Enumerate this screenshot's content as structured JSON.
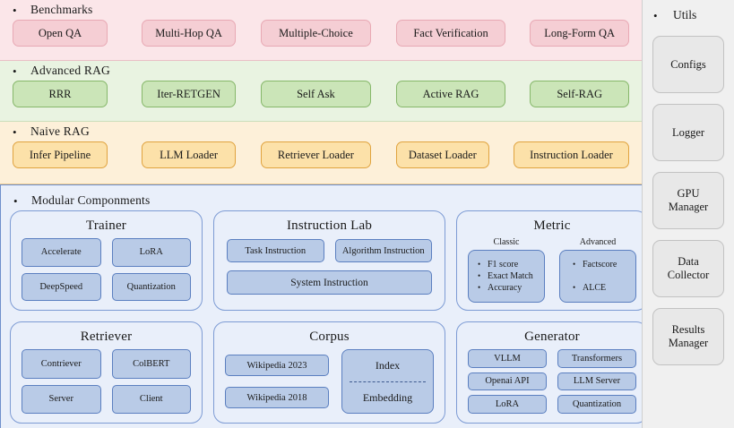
{
  "bands": [
    {
      "id": "benchmarks",
      "title": "Benchmarks",
      "bullet": "•",
      "color": "#f5ced4",
      "items": [
        {
          "label": "Open QA",
          "width": 115
        },
        {
          "label": "Multi-Hop QA",
          "width": 114
        },
        {
          "label": "Multiple-Choice",
          "width": 133
        },
        {
          "label": "Fact Verification",
          "width": 133
        },
        {
          "label": "Long-Form QA",
          "width": 120
        }
      ],
      "gaps": [
        0,
        38,
        28,
        28,
        27
      ]
    },
    {
      "id": "advanced-rag",
      "title": "Advanced RAG",
      "bullet": "•",
      "color": "#cbe5b8",
      "items": [
        {
          "label": "RRR",
          "width": 115
        },
        {
          "label": "Iter-RETGEN",
          "width": 114
        },
        {
          "label": "Self Ask",
          "width": 133
        },
        {
          "label": "Active RAG",
          "width": 133
        },
        {
          "label": "Self-RAG",
          "width": 120
        }
      ],
      "gaps": [
        0,
        38,
        28,
        28,
        27
      ]
    },
    {
      "id": "naive-rag",
      "title": "Naive RAG",
      "bullet": "•",
      "color": "#fce1a9",
      "items": [
        {
          "label": "Infer Pipeline",
          "width": 115
        },
        {
          "label": "LLM Loader",
          "width": 114
        },
        {
          "label": "Retriever Loader",
          "width": 133
        },
        {
          "label": "Dataset Loader",
          "width": 113
        },
        {
          "label": "Instruction Loader",
          "width": 140
        }
      ],
      "gaps": [
        0,
        38,
        28,
        28,
        27
      ]
    }
  ],
  "modular": {
    "title": "Modular Componments",
    "bullet": "•",
    "cards": [
      {
        "id": "trainer",
        "title": "Trainer",
        "layout": "grid-2x2",
        "chips": [
          "Accelerate",
          "LoRA",
          "DeepSpeed",
          "Quantization"
        ]
      },
      {
        "id": "instruction-lab",
        "title": "Instruction Lab",
        "layout": "instruction",
        "chips_top": [
          "Task Instruction",
          "Algorithm Instruction"
        ],
        "chips_bottom": [
          "System Instruction"
        ]
      },
      {
        "id": "metric",
        "title": "Metric",
        "layout": "metric",
        "groups": [
          {
            "label": "Classic",
            "items": [
              "F1 score",
              "Exact Match",
              "Accuracy"
            ]
          },
          {
            "label": "Advanced",
            "items": [
              "Factscore",
              "ALCE"
            ]
          }
        ]
      },
      {
        "id": "retriever",
        "title": "Retriever",
        "layout": "grid-2x2",
        "chips": [
          "Contriever",
          "ColBERT",
          "Server",
          "Client"
        ]
      },
      {
        "id": "corpus",
        "title": "Corpus",
        "layout": "corpus",
        "chips_left": [
          "Wikipedia 2023",
          "Wikipedia 2018"
        ],
        "index_box": {
          "top": "Index",
          "bottom": "Embedding"
        }
      },
      {
        "id": "generator",
        "title": "Generator",
        "layout": "grid-2x3",
        "chips": [
          "VLLM",
          "Transformers",
          "Openai API",
          "LLM Server",
          "LoRA",
          "Quantization"
        ]
      }
    ]
  },
  "sidebar": {
    "title": "Utils",
    "bullet": "•",
    "items": [
      "Configs",
      "Logger",
      "GPU\nManager",
      "Data\nCollector",
      "Results\nManager"
    ]
  }
}
